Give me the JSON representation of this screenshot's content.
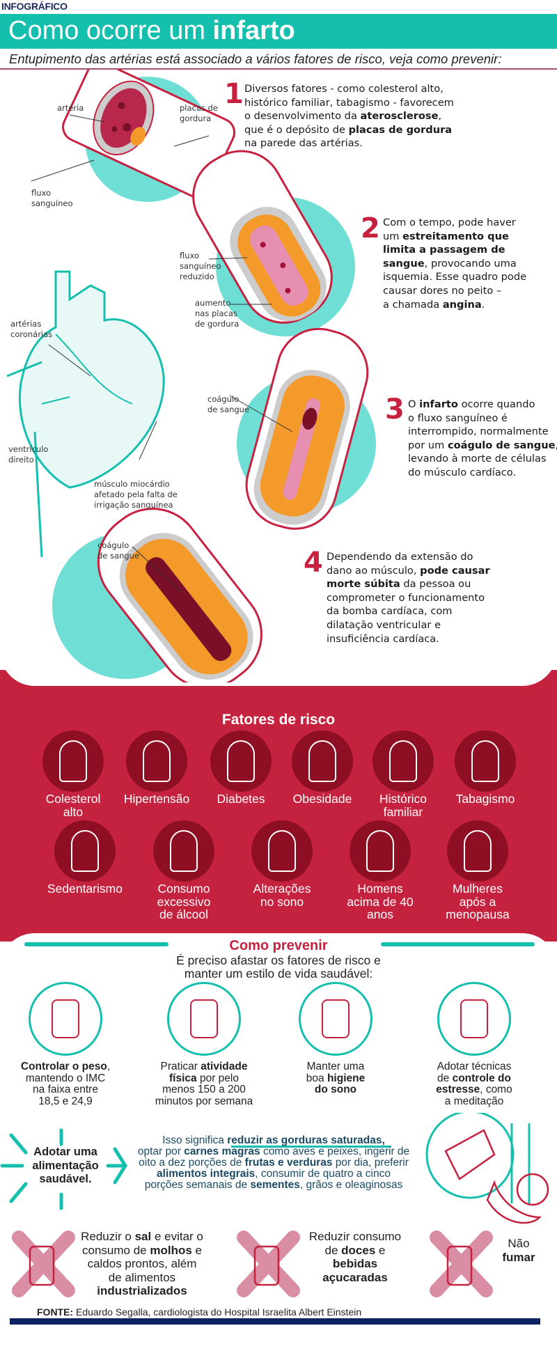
{
  "header": {
    "kicker": "INFOGRÁFICO",
    "title_regular": "Como ocorre um ",
    "title_bold": "infarto",
    "subtitle": "Entupimento das artérias está associado a vários fatores de risco, veja como prevenir:"
  },
  "labels": {
    "arteria": "artéria",
    "placas": [
      "placas de",
      "gordura"
    ],
    "fluxo": [
      "fluxo",
      "sanguíneo"
    ],
    "fluxo_reduzido": [
      "fluxo",
      "sanguíneo",
      "reduzido"
    ],
    "aumento": [
      "aumento",
      "nas placas",
      "de gordura"
    ],
    "coronarias": [
      "artérias",
      "coronárias"
    ],
    "ventriculo": [
      "ventrículo",
      "direito"
    ],
    "coagulo3": [
      "coágulo",
      "de sangue"
    ],
    "musculo": [
      "músculo miocárdio",
      "afetado pela falta de",
      "irrigação sanguínea"
    ],
    "coagulo4": [
      "coágulo",
      "de sangue"
    ]
  },
  "steps": [
    {
      "number": "1",
      "lines": [
        [
          {
            "t": "Diversos fatores - como colesterol alto,"
          }
        ],
        [
          {
            "t": "histórico familiar, tabagismo - favorecem"
          }
        ],
        [
          {
            "t": "o desenvolvimento da "
          },
          {
            "t": "aterosclerose",
            "b": true
          },
          {
            "t": ","
          }
        ],
        [
          {
            "t": "que é o depósito de "
          },
          {
            "t": "placas de gordura",
            "b": true
          }
        ],
        [
          {
            "t": "na parede das artérias."
          }
        ]
      ]
    },
    {
      "number": "2",
      "lines": [
        [
          {
            "t": "Com o tempo, pode haver"
          }
        ],
        [
          {
            "t": "um "
          },
          {
            "t": "estreitamento que",
            "b": true
          }
        ],
        [
          {
            "t": "limita a passagem de",
            "b": true
          }
        ],
        [
          {
            "t": "sangue",
            "b": true
          },
          {
            "t": ", provocando uma"
          }
        ],
        [
          {
            "t": "isquemia. Esse quadro pode"
          }
        ],
        [
          {
            "t": "causar dores no peito –"
          }
        ],
        [
          {
            "t": "a chamada "
          },
          {
            "t": "angina",
            "b": true
          },
          {
            "t": "."
          }
        ]
      ]
    },
    {
      "number": "3",
      "lines": [
        [
          {
            "t": "O "
          },
          {
            "t": "infarto",
            "b": true
          },
          {
            "t": " ocorre quando"
          }
        ],
        [
          {
            "t": "o fluxo sanguíneo é"
          }
        ],
        [
          {
            "t": "interrompido, normalmente"
          }
        ],
        [
          {
            "t": "por um "
          },
          {
            "t": "coágulo de sangue",
            "b": true
          },
          {
            "t": ","
          }
        ],
        [
          {
            "t": "levando à morte de células"
          }
        ],
        [
          {
            "t": "do músculo cardíaco."
          }
        ]
      ]
    },
    {
      "number": "4",
      "lines": [
        [
          {
            "t": "Dependendo da extensão do"
          }
        ],
        [
          {
            "t": "dano ao músculo, "
          },
          {
            "t": "pode causar",
            "b": true
          }
        ],
        [
          {
            "t": "morte súbita",
            "b": true
          },
          {
            "t": " da pessoa ou"
          }
        ],
        [
          {
            "t": "comprometer o funcionamento"
          }
        ],
        [
          {
            "t": "da bomba cardíaca, com"
          }
        ],
        [
          {
            "t": "dilatação ventricular e"
          }
        ],
        [
          {
            "t": "insuficiência cardíaca."
          }
        ]
      ]
    }
  ],
  "risk": {
    "title": "Fatores de risco",
    "row1": [
      {
        "icon": "artery-plaque-icon",
        "label": [
          "Colesterol",
          "alto"
        ]
      },
      {
        "icon": "stethoscope-heart-icon",
        "label": [
          "Hipertensão"
        ]
      },
      {
        "icon": "glucose-meter-hand-icon",
        "label": [
          "Diabetes"
        ]
      },
      {
        "icon": "overweight-person-icon",
        "label": [
          "Obesidade"
        ]
      },
      {
        "icon": "dna-family-tree-icon",
        "label": [
          "Histórico",
          "familiar"
        ]
      },
      {
        "icon": "cigarette-icon",
        "label": [
          "Tabagismo"
        ]
      }
    ],
    "row2": [
      {
        "icon": "armchair-person-icon",
        "label": [
          "Sedentarismo"
        ]
      },
      {
        "icon": "wine-bottle-icon",
        "label": [
          "Consumo",
          "excessivo",
          "de álcool"
        ]
      },
      {
        "icon": "bed-sleepless-icon",
        "label": [
          "Alterações",
          "no sono"
        ]
      },
      {
        "icon": "man-icon",
        "label": [
          "Homens",
          "acima de 40",
          "anos"
        ]
      },
      {
        "icon": "woman-icon",
        "label": [
          "Mulheres",
          "após a",
          "menopausa"
        ]
      }
    ]
  },
  "prevent": {
    "title": "Como prevenir",
    "subtitle": [
      "É preciso afastar os fatores de risco e",
      "manter um estilo de vida saudável:"
    ],
    "items": [
      {
        "icon": "scale-feet-icon",
        "lines": [
          [
            {
              "t": "Controlar o peso",
              "b": true
            },
            {
              "t": ","
            }
          ],
          [
            {
              "t": "mantendo o IMC"
            }
          ],
          [
            {
              "t": "na faixa entre"
            }
          ],
          [
            {
              "t": "18,5 e 24,9"
            }
          ]
        ]
      },
      {
        "icon": "treadmill-runner-icon",
        "lines": [
          [
            {
              "t": "Praticar "
            },
            {
              "t": "atividade",
              "b": true
            }
          ],
          [
            {
              "t": "física",
              "b": true
            },
            {
              "t": " por pelo"
            }
          ],
          [
            {
              "t": "menos 150 a 200"
            }
          ],
          [
            {
              "t": "minutos por semana"
            }
          ]
        ]
      },
      {
        "icon": "bed-sleep-icon",
        "lines": [
          [
            {
              "t": "Manter uma"
            }
          ],
          [
            {
              "t": "boa "
            },
            {
              "t": "higiene",
              "b": true
            }
          ],
          [
            {
              "t": "do sono",
              "b": true
            }
          ]
        ]
      },
      {
        "icon": "meditation-icon",
        "lines": [
          [
            {
              "t": "Adotar técnicas"
            }
          ],
          [
            {
              "t": "de "
            },
            {
              "t": "controle do",
              "b": true
            }
          ],
          [
            {
              "t": "estresse",
              "b": true
            },
            {
              "t": ", como"
            }
          ],
          [
            {
              "t": "a meditação"
            }
          ]
        ]
      }
    ],
    "diet_head": [
      "Adotar uma",
      "alimentação",
      "saudável."
    ],
    "diet": [
      [
        {
          "t": "Isso significa "
        },
        {
          "t": "reduzir as gorduras saturadas,",
          "b": true
        }
      ],
      [
        {
          "t": "optar por "
        },
        {
          "t": "carnes magras",
          "b": true
        },
        {
          "t": " como aves e peixes, ingerir de"
        }
      ],
      [
        {
          "t": "oito a dez porções de "
        },
        {
          "t": "frutas e verduras",
          "b": true
        },
        {
          "t": " por dia, preferir"
        }
      ],
      [
        {
          "t": "alimentos integrais",
          "b": true
        },
        {
          "t": ", consumir de quatro a cinco"
        }
      ],
      [
        {
          "t": "porções semanais de "
        },
        {
          "t": "sementes",
          "b": true
        },
        {
          "t": ", grãos e oleaginosas"
        }
      ]
    ],
    "avoid": [
      {
        "icon": "salt-shaker-icon",
        "lines": [
          [
            {
              "t": "Reduzir o "
            },
            {
              "t": "sal",
              "b": true
            },
            {
              "t": " e evitar o"
            }
          ],
          [
            {
              "t": "consumo de "
            },
            {
              "t": "molhos",
              "b": true
            },
            {
              "t": " e"
            }
          ],
          [
            {
              "t": "caldos prontos, além"
            }
          ],
          [
            {
              "t": "de alimentos"
            }
          ],
          [
            {
              "t": "industrializados",
              "b": true
            }
          ]
        ]
      },
      {
        "icon": "soda-candy-icon",
        "lines": [
          [
            {
              "t": "Reduzir consumo"
            }
          ],
          [
            {
              "t": "de "
            },
            {
              "t": "doces",
              "b": true
            },
            {
              "t": " e"
            }
          ],
          [
            {
              "t": "bebidas",
              "b": true
            }
          ],
          [
            {
              "t": "açucaradas",
              "b": true
            }
          ]
        ]
      },
      {
        "icon": "ashtray-cigarette-icon",
        "lines": [
          [
            {
              "t": "Não"
            }
          ],
          [
            {
              "t": "fumar",
              "b": true
            }
          ]
        ]
      }
    ]
  },
  "footer": {
    "source_label": "FONTE:",
    "source": " Eduardo Segalla, cardiologista do Hospital Israelita Albert Einstein"
  },
  "colors": {
    "teal": "#14bfae",
    "crimson": "#c4223f",
    "dark_crimson": "#8e0f24",
    "navy": "#0d2260",
    "pink_x": "#d98ea3"
  }
}
